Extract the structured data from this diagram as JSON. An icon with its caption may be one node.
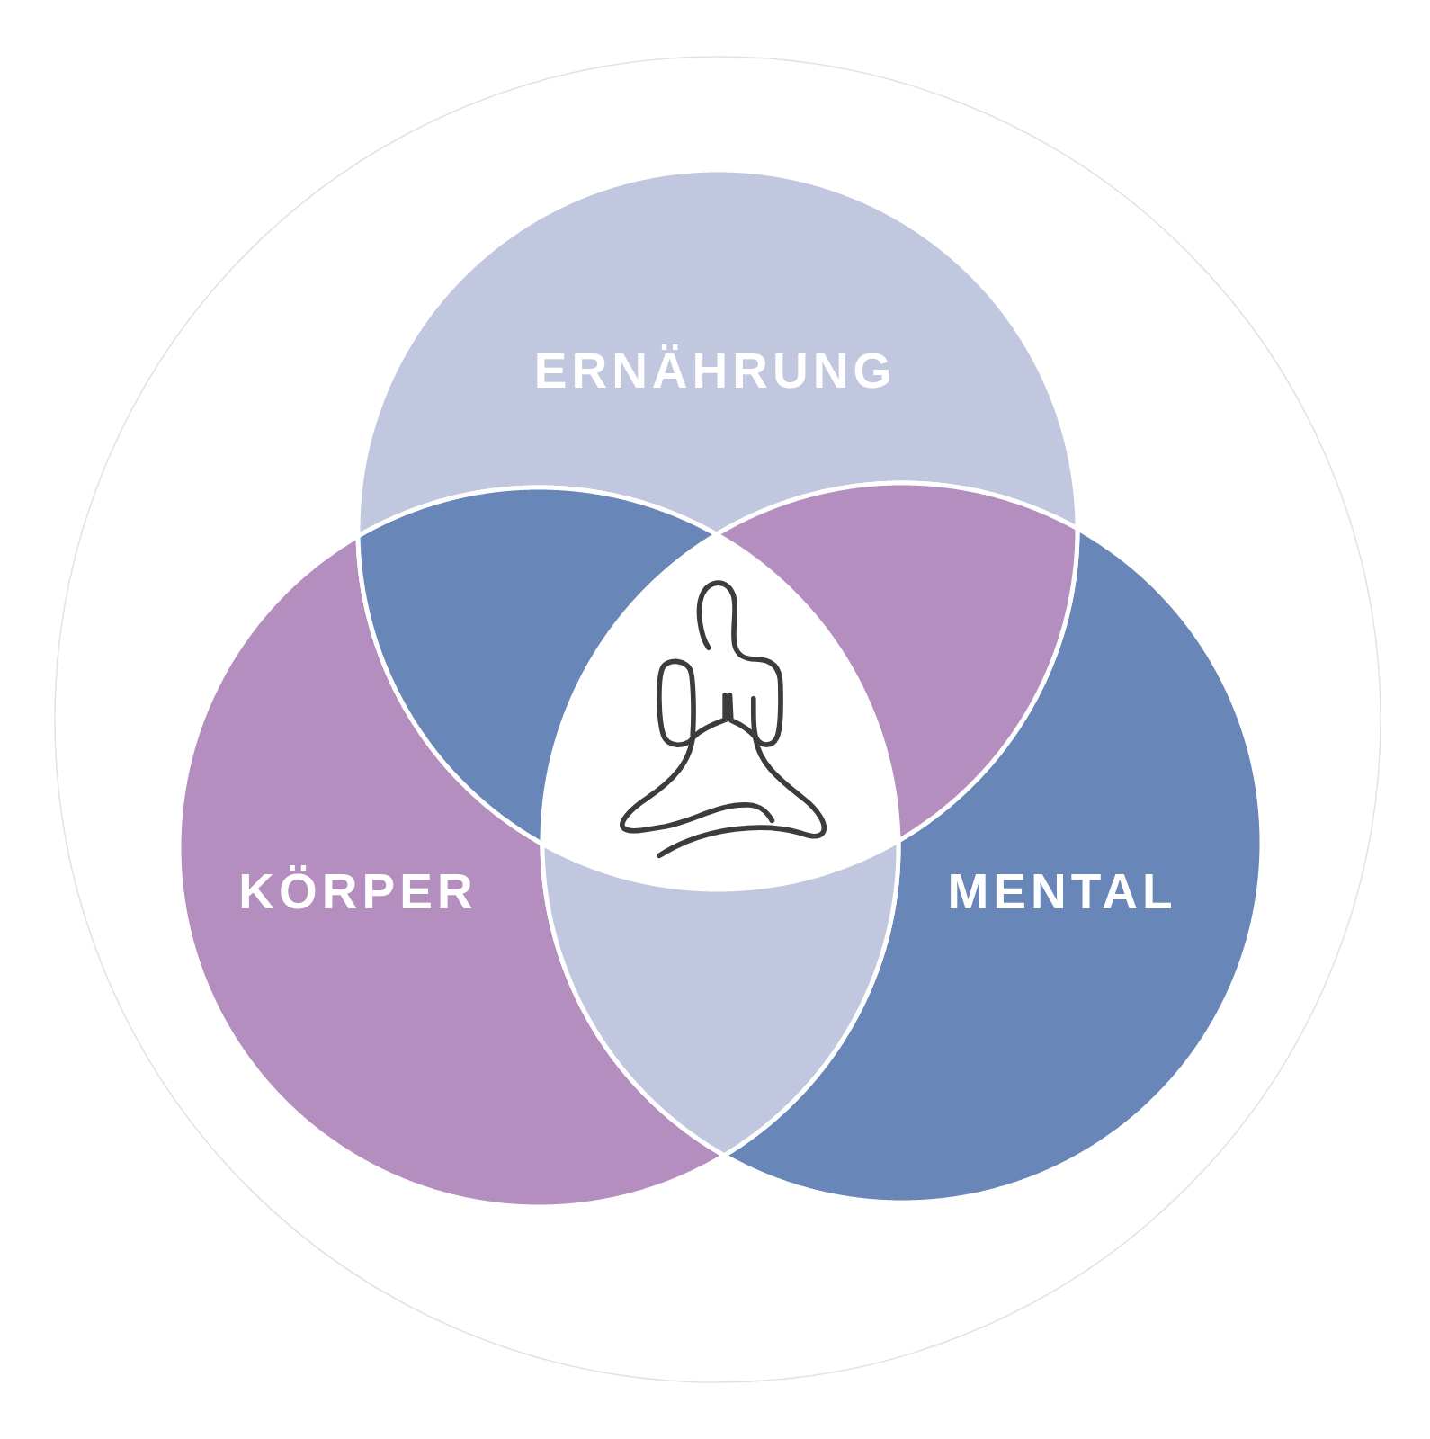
{
  "diagram": {
    "nodes": [
      {
        "text": [
          "ERNÄHRUNG"
        ]
      },
      {
        "text": [
          "KÖRPER"
        ]
      },
      {
        "text": [
          "MENTAL"
        ]
      }
    ]
  }
}
